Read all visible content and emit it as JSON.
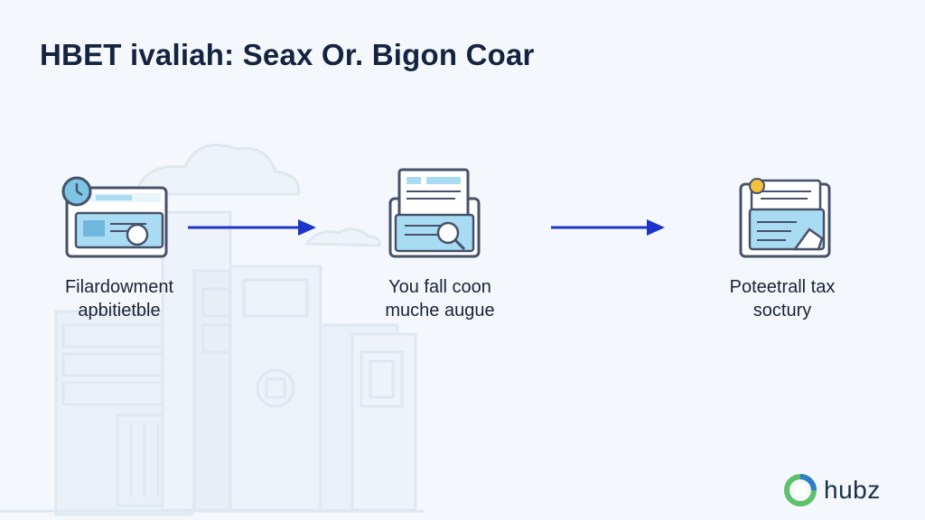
{
  "title": "HBET ivaliah: Seax Or. Bigon Coar",
  "steps": [
    {
      "line1": "Filardowment",
      "line2": "apbitietble",
      "icon": "laptop-clock-icon"
    },
    {
      "line1": "You fall coon",
      "line2": "muche augue",
      "icon": "document-search-icon"
    },
    {
      "line1": "Poteetrall tax",
      "line2": "soctury",
      "icon": "tax-document-icon"
    }
  ],
  "logo": {
    "text": "hubz",
    "icon": "hubz-logo-icon"
  },
  "colors": {
    "arrow": "#1c34c8",
    "title": "#14233f",
    "text": "#1a2238",
    "accent_light": "#a9dcf2",
    "outline": "#46526a",
    "logo_green": "#5cc06c",
    "logo_blue": "#2f7fc8"
  }
}
